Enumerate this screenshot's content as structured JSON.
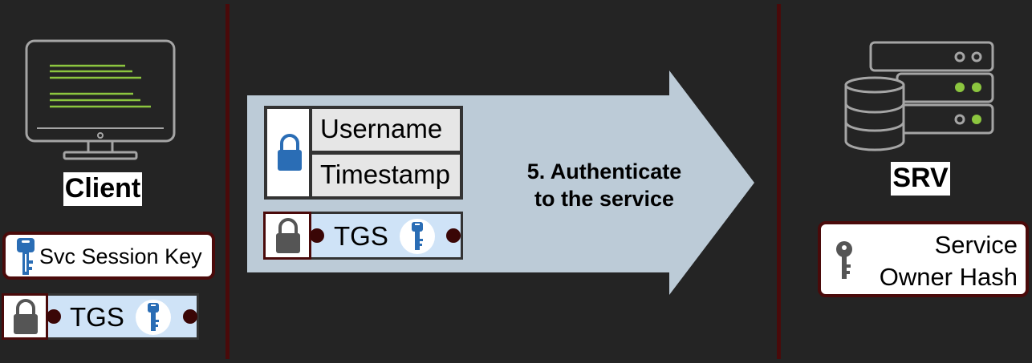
{
  "client": {
    "label": "Client",
    "session_key_label": "Svc Session Key",
    "ticket_label": "TGS",
    "icons": [
      "monitor-icon",
      "key-icon",
      "lock-icon"
    ]
  },
  "message": {
    "step_label": "5. Authenticate\nto the service",
    "authenticator": {
      "fields": [
        "Username",
        "Timestamp"
      ]
    },
    "ticket_label": "TGS"
  },
  "server": {
    "label": "SRV",
    "hash_label": "Service\nOwner Hash",
    "icons": [
      "server-rack-icon",
      "database-icon",
      "key-icon"
    ]
  },
  "colors": {
    "background": "#242424",
    "divider": "#4a0a0a",
    "arrow": "#bccbd7",
    "ticket_fill": "#cfe3f7",
    "key_blue": "#2a6db5",
    "status_green": "#8cc63f",
    "code_green": "#8cc63f"
  }
}
